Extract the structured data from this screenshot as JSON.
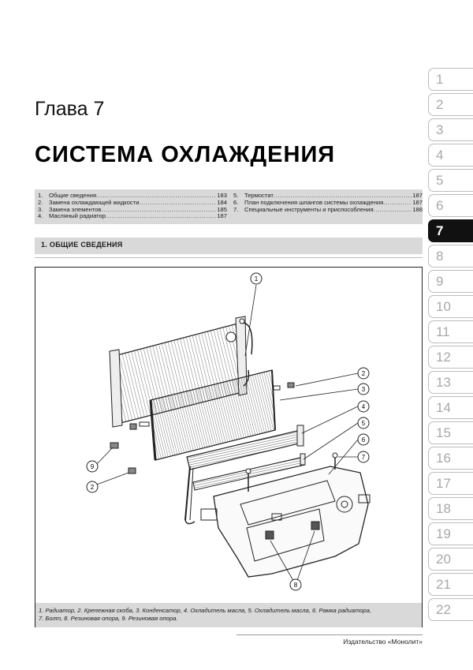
{
  "chapter_label": "Глава 7",
  "chapter_title": "СИСТЕМА ОХЛАЖДЕНИЯ",
  "toc_left": [
    {
      "num": "1.",
      "title": "Общие сведения",
      "page": "183"
    },
    {
      "num": "2.",
      "title": "Замена охлаждающей жидкости",
      "page": "184"
    },
    {
      "num": "3.",
      "title": "Замена элементов",
      "page": "185"
    },
    {
      "num": "4.",
      "title": "Масляный радиатор",
      "page": "187"
    }
  ],
  "toc_right": [
    {
      "num": "5.",
      "title": "Термостат",
      "page": "187"
    },
    {
      "num": "6.",
      "title": "План подключения шлангов системы охлаждения",
      "page": "187"
    },
    {
      "num": "7.",
      "title": "Специальные инструменты и приспособления",
      "page": "188"
    }
  ],
  "section_header": "1.  ОБЩИЕ СВЕДЕНИЯ",
  "figure": {
    "callouts": [
      "1",
      "2",
      "3",
      "4",
      "5",
      "6",
      "7",
      "8",
      "9",
      "2"
    ]
  },
  "caption_line1": "1. Радиатор, 2. Крепежная скоба, 3. Конденсатор, 4. Охладитель масла, 5. Охладитель масла, 6. Рамка радиатора,",
  "caption_line2": "7. Болт, 8. Резиновая опора, 9. Резиновая опора.",
  "publisher": "Издательство «Монолит»",
  "tabs": [
    "1",
    "2",
    "3",
    "4",
    "5",
    "6",
    "7",
    "8",
    "9",
    "10",
    "11",
    "12",
    "13",
    "14",
    "15",
    "16",
    "17",
    "18",
    "19",
    "20",
    "21",
    "22"
  ],
  "active_tab": "7"
}
